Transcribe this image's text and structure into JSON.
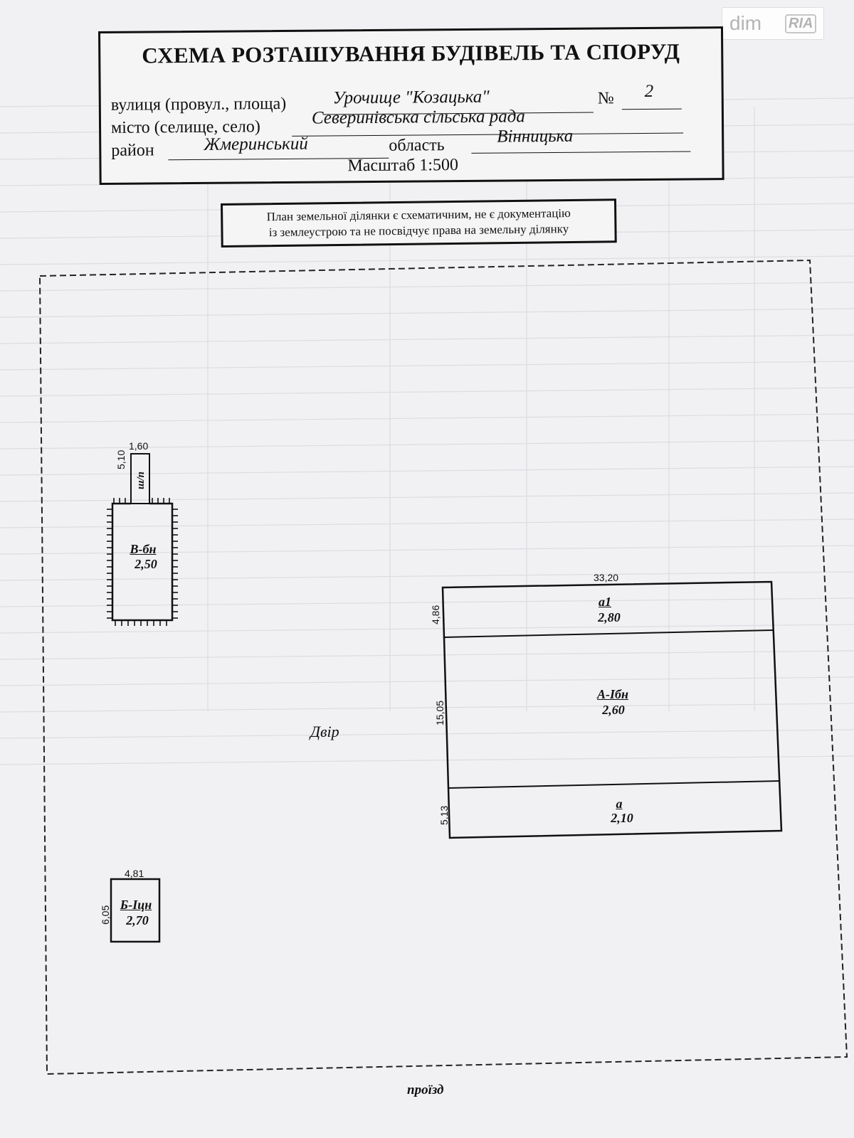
{
  "watermark": {
    "brand": "dim",
    "sub": "RIA"
  },
  "header": {
    "title": "СХЕМА РОЗТАШУВАННЯ БУДІВЕЛЬ ТА СПОРУД",
    "street_label": "вулиця (провул., площа)",
    "street_value": "Урочище \"Козацька\"",
    "number_label": "№",
    "number_value": "2",
    "city_label": "місто (селище, село)",
    "city_value": "Северинівська сільська рада",
    "district_label": "район",
    "district_value": "Жмеринський",
    "region_label": "область",
    "region_value": "Вінницька",
    "scale": "Масштаб 1:500"
  },
  "disclaimer": {
    "line1": "План земельної ділянки є схематичним, не є документацію",
    "line2": "із землеустрою та не посвідчує права на земельну ділянку"
  },
  "plan": {
    "yard_label": "Двір",
    "road_label": "проїзд",
    "buildings": {
      "v": {
        "code": "В-бн",
        "height": "2,50",
        "width_dim": "1,60",
        "length_dim": "5,10",
        "attachment": "ш/п"
      },
      "a": {
        "code": "А-Iбн",
        "height": "2,60",
        "width_dim": "33,20",
        "length_dim": "15,05"
      },
      "a1": {
        "code": "а1",
        "height": "2,80",
        "length_dim": "4,86"
      },
      "a_small": {
        "code": "а",
        "height": "2,10",
        "length_dim": "5,13"
      },
      "b": {
        "code": "Б-Iцн",
        "height": "2,70",
        "width_dim": "4,81",
        "length_dim": "6,05"
      }
    }
  }
}
